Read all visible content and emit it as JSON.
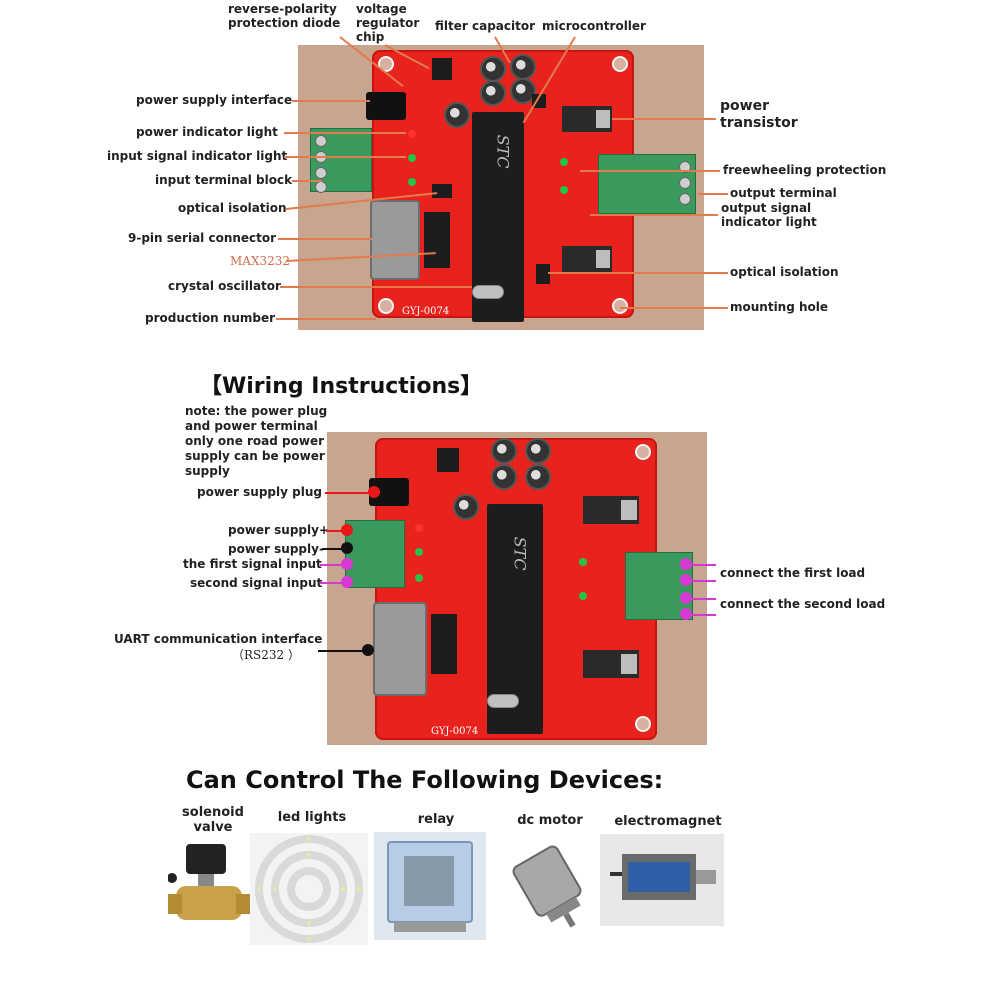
{
  "diagram1": {
    "labels": {
      "reverse_polarity": "reverse-polarity\nprotection diode",
      "voltage_regulator": "voltage\nregulator\nchip",
      "filter_capacitor": "filter capacitor",
      "microcontroller": "microcontroller",
      "power_supply_interface": "power supply interface",
      "power_indicator_light": "power indicator light",
      "input_signal_indicator_light": "input signal indicator light",
      "input_terminal_block": "input terminal block",
      "optical_isolation_left": "optical isolation",
      "serial_connector": "9-pin serial connector",
      "max3232": "MAX3232",
      "crystal_oscillator": "crystal oscillator",
      "production_number": "production number",
      "power_transistor": "power\ntransistor",
      "freewheeling_protection": "freewheeling protection",
      "output_terminal": "output terminal",
      "output_signal_indicator_light": "output signal\nindicator light",
      "optical_isolation_right": "optical isolation",
      "mounting_hole": "mounting hole"
    },
    "board_code": "GYJ-0074",
    "chip_mark": "STC"
  },
  "wiring": {
    "title": "【Wiring Instructions】",
    "note": "note: the power plug\nand power terminal\nonly one road power\nsupply can be power\nsupply",
    "labels": {
      "power_supply_plug": "power supply  plug",
      "power_supply_plus": "power supply+",
      "power_supply_minus": "power supply-",
      "first_signal_input": "the first signal input",
      "second_signal_input": "second signal input",
      "uart": "UART communication interface",
      "rs232": "（RS232 ）",
      "first_load": "connect the first load",
      "second_load": "connect the second load"
    },
    "board_code": "GYJ-0074",
    "chip_mark": "STC"
  },
  "devices": {
    "title": "Can Control The Following Devices:",
    "items": [
      {
        "label": "solenoid\nvalve",
        "icon": "solenoid-valve-icon"
      },
      {
        "label": "led lights",
        "icon": "led-ring-icon"
      },
      {
        "label": "relay",
        "icon": "relay-icon"
      },
      {
        "label": "dc motor",
        "icon": "dc-motor-icon"
      },
      {
        "label": "electromagnet",
        "icon": "electromagnet-icon"
      }
    ]
  },
  "colors": {
    "pcb": "#e8231d",
    "callout_line": "#e37b4c",
    "plus_dot": "#e81818",
    "minus_dot": "#111111",
    "signal_dot": "#d63ad2"
  }
}
